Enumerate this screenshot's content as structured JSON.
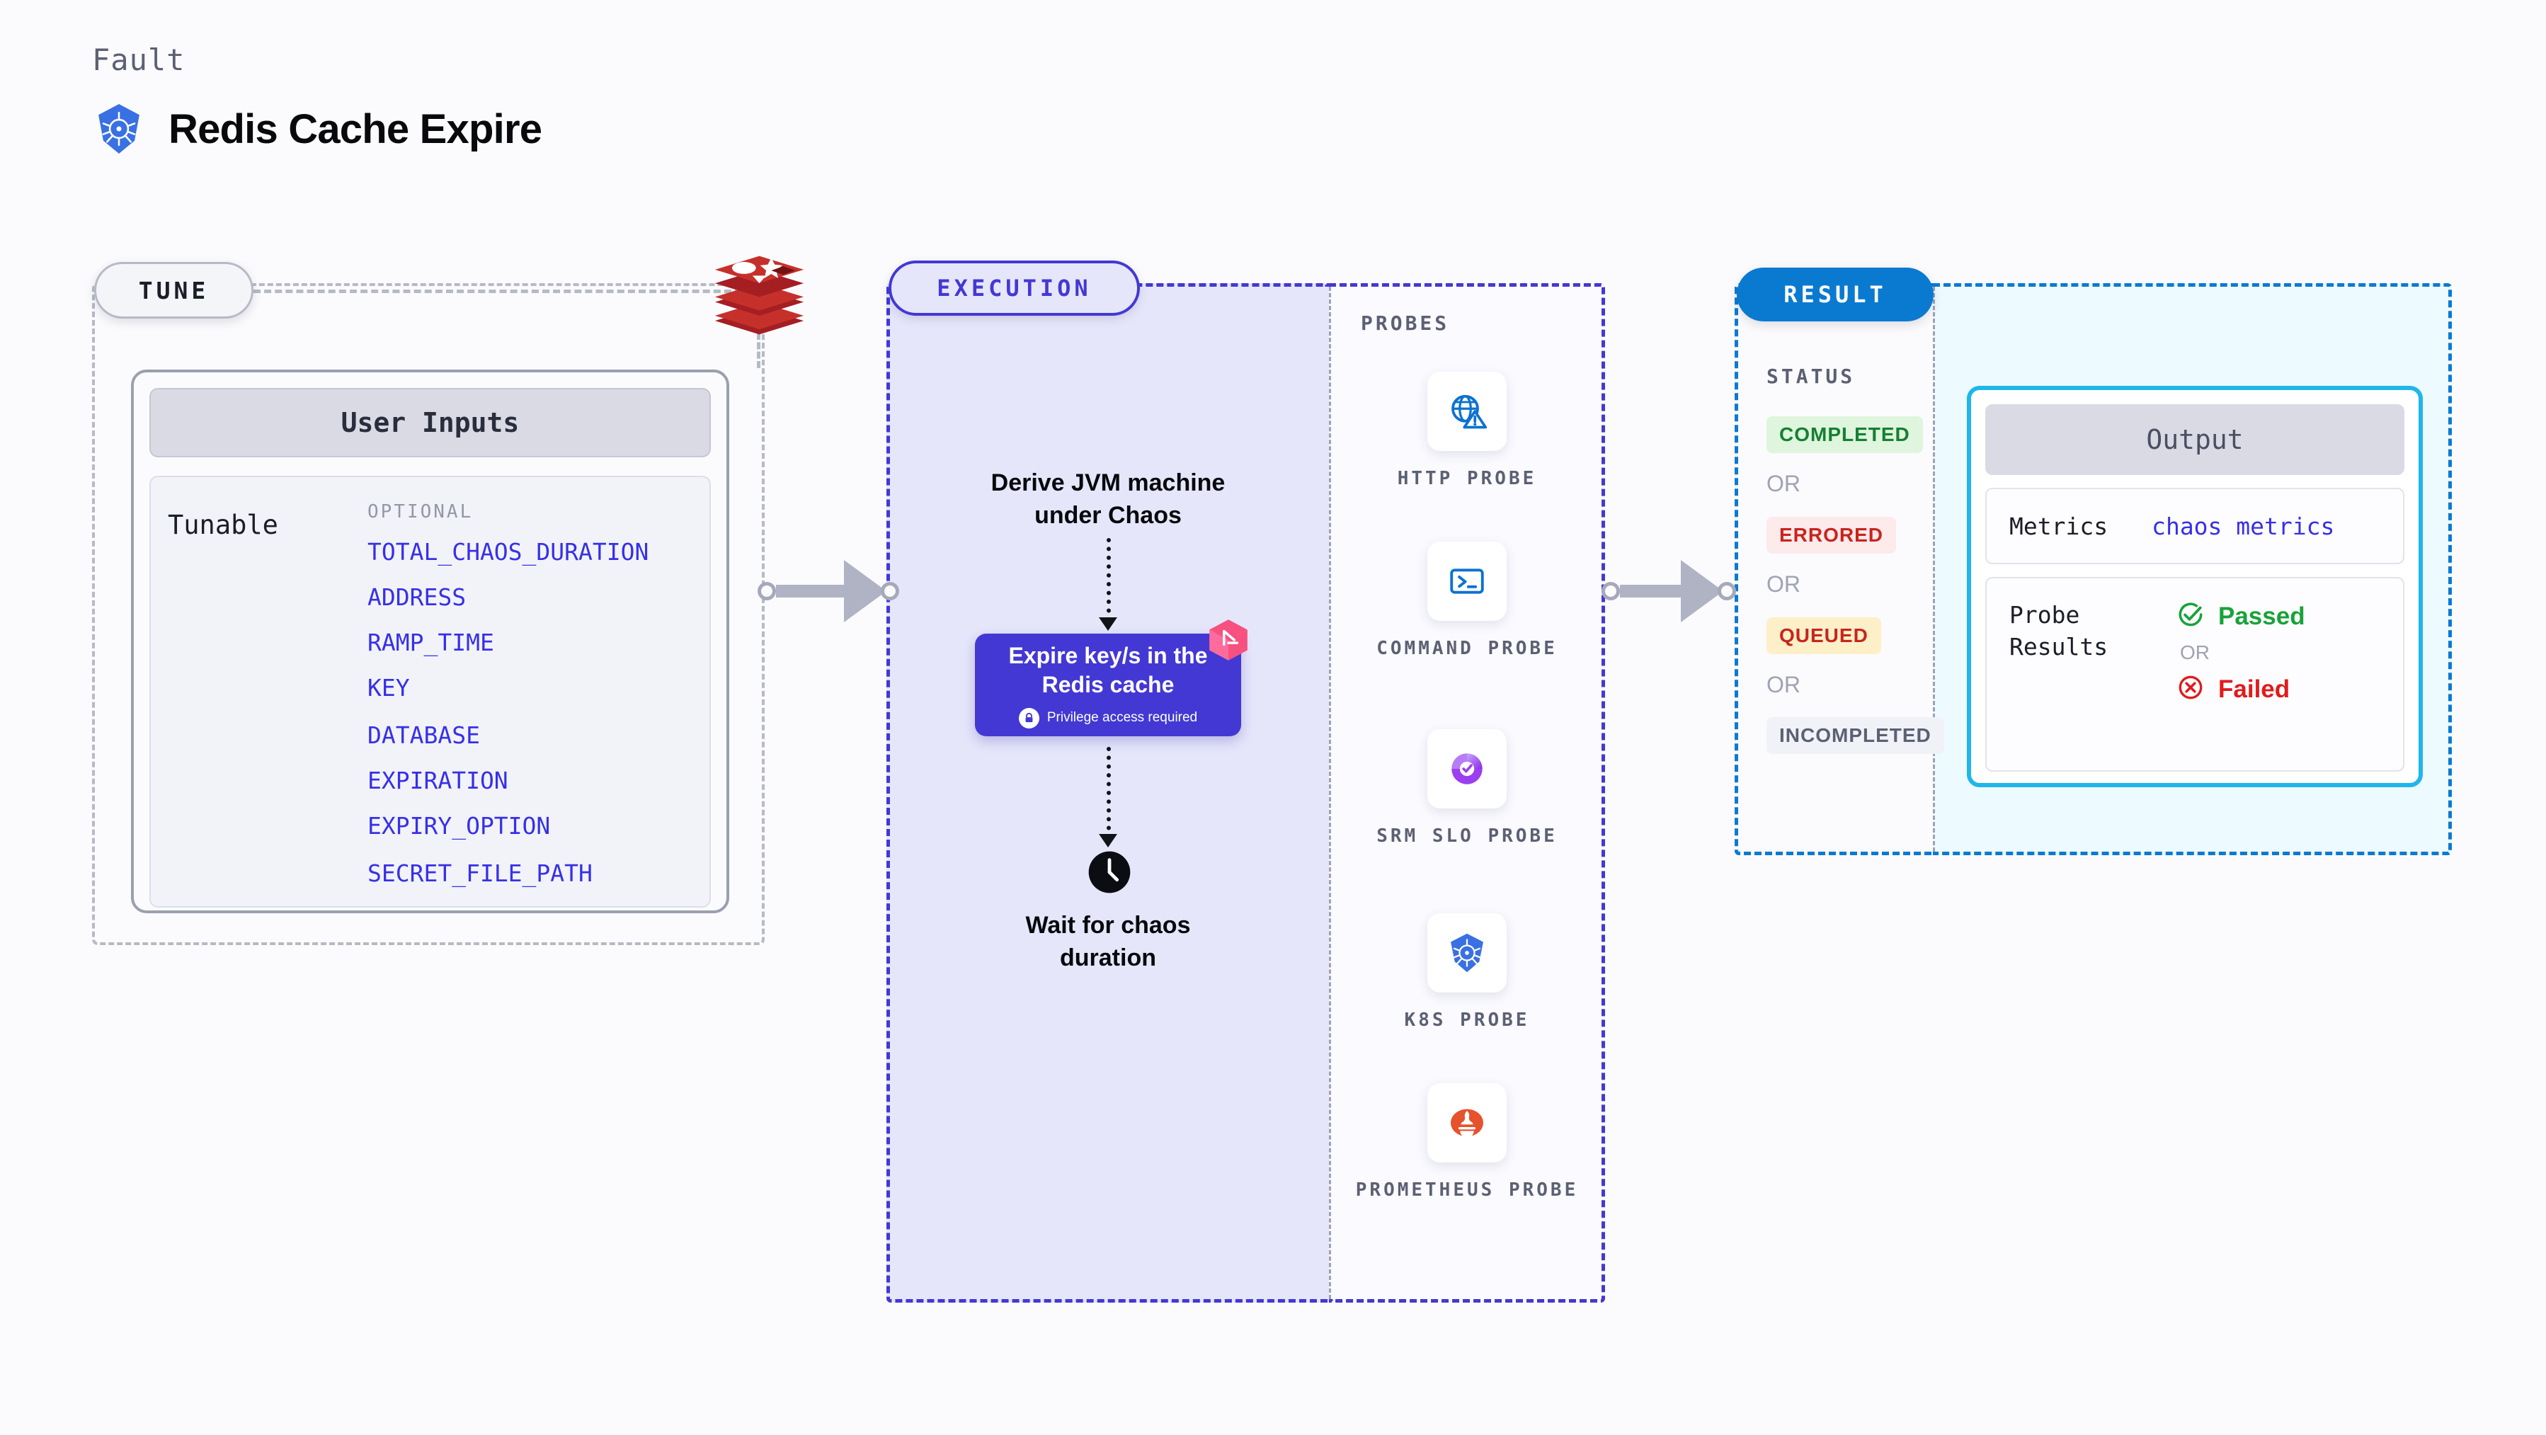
{
  "header": {
    "eyebrow": "Fault",
    "title": "Redis Cache Expire",
    "icon": "kubernetes-logo"
  },
  "tune": {
    "pill_label": "TUNE",
    "source_icon": "redis-logo",
    "card_title": "User Inputs",
    "tunable_label": "Tunable",
    "optional_label": "OPTIONAL",
    "parameters": [
      "TOTAL_CHAOS_DURATION",
      "ADDRESS",
      "RAMP_TIME",
      "KEY",
      "DATABASE",
      "EXPIRATION",
      "EXPIRY_OPTION",
      "SECRET_FILE_PATH"
    ]
  },
  "execution": {
    "pill_label": "EXECUTION",
    "step_derive": "Derive JVM machine under Chaos",
    "chaos_card": {
      "title": "Expire key/s in the Redis cache",
      "privilege_text": "Privilege access required",
      "privilege_icon": "lock-icon",
      "corner_icon": "litmus-chaos-logo"
    },
    "step_wait": "Wait for chaos duration",
    "wait_icon": "clock-icon"
  },
  "probes": {
    "title": "PROBES",
    "items": [
      {
        "label": "HTTP PROBE",
        "icon": "globe-warning-icon"
      },
      {
        "label": "COMMAND PROBE",
        "icon": "terminal-icon"
      },
      {
        "label": "SRM SLO PROBE",
        "icon": "srm-slo-icon"
      },
      {
        "label": "K8S PROBE",
        "icon": "kubernetes-icon"
      },
      {
        "label": "PROMETHEUS PROBE",
        "icon": "prometheus-icon"
      }
    ]
  },
  "result": {
    "pill_label": "RESULT",
    "status_title": "STATUS",
    "or_label": "OR",
    "statuses": [
      {
        "label": "COMPLETED",
        "bg": "#dff5dd",
        "color": "#148032"
      },
      {
        "label": "ERRORED",
        "bg": "#fdeaea",
        "color": "#c7251e"
      },
      {
        "label": "QUEUED",
        "bg": "#fdf0c8",
        "color": "#c7251e"
      },
      {
        "label": "INCOMPLETED",
        "bg": "#f1f2f7",
        "color": "#5c6073"
      }
    ],
    "output": {
      "title": "Output",
      "metrics_key": "Metrics",
      "metrics_value": "chaos metrics",
      "probe_results_key": "Probe Results",
      "passed_label": "Passed",
      "failed_label": "Failed",
      "or_label": "OR",
      "passed_icon": "check-circle-icon",
      "failed_icon": "x-circle-icon"
    }
  },
  "colors": {
    "accent_purple": "#4338d4",
    "accent_blue": "#0a7ad1",
    "accent_cyan": "#1fb6ea",
    "redis_red": "#b7282e",
    "success_green": "#148032",
    "error_red": "#c7251e",
    "background": "#fbfbfd"
  }
}
